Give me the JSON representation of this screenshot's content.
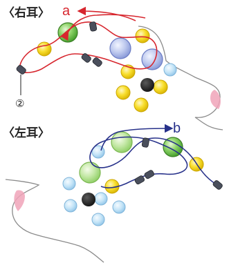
{
  "labels": {
    "right_ear": "〈右耳〉",
    "left_ear": "〈左耳〉",
    "thread_a": "a",
    "thread_b": "b",
    "start_marker": "②"
  },
  "colors": {
    "thread_right": "#d7262e",
    "thread_left": "#27318a",
    "outline": "#8a8a8a",
    "ear_pink": "#f0a3b8",
    "bead_green": "#5bbf3a",
    "bead_blue_large": "#a9b7e6",
    "bead_yellow": "#f6d51a",
    "bead_light_blue": "#b6dcf4",
    "bead_black": "#1c1c1c",
    "bead_bugle": "#4a4f5c"
  }
}
